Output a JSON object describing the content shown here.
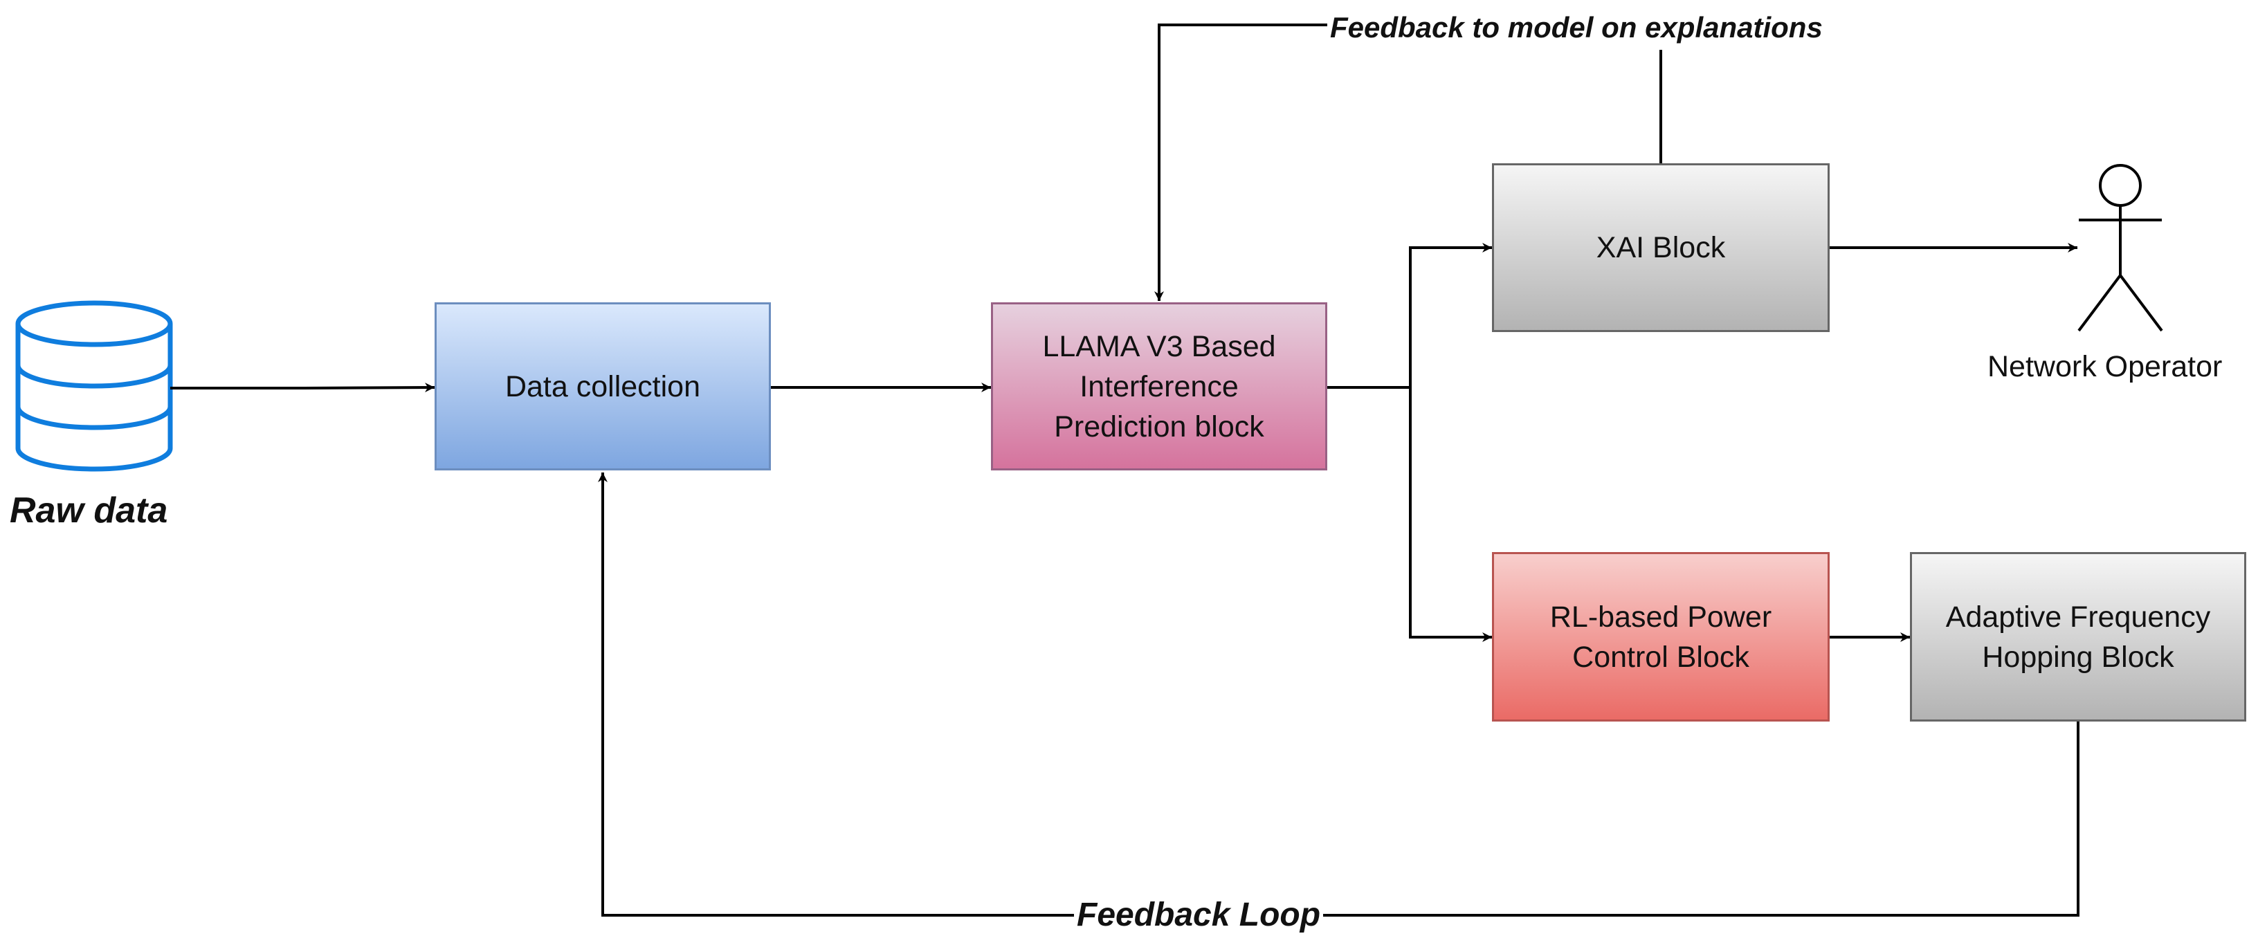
{
  "nodes": {
    "raw_data": "Raw data",
    "data_collection": "Data collection",
    "llama": "LLAMA V3 Based Interference Prediction block",
    "xai": "XAI Block",
    "rl_power": "RL-based Power Control Block",
    "afh": "Adaptive Frequency Hopping Block",
    "operator": "Network Operator"
  },
  "edges": {
    "feedback_explanations": "Feedback to model on explanations",
    "feedback_loop": "Feedback Loop"
  },
  "colors": {
    "database_icon": "#0f7dde",
    "line": "#000000"
  }
}
